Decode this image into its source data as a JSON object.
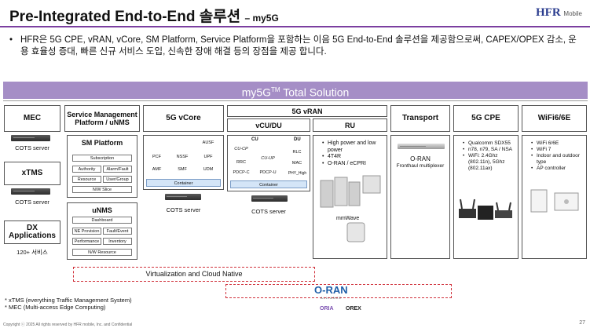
{
  "title": {
    "main": "Pre-Integrated End-to-End 솔루션",
    "suffix": "– my5G"
  },
  "logo": {
    "brand": "HFR",
    "sub": "Mobile"
  },
  "bullet": "HFR은 5G CPE, vRAN, vCore, SM Platform, Service Platform을 포함하는 이음 5G End-to-End 솔루션을 제공함으로써, CAPEX/OPEX 감소, 운용 효율성 증대, 빠른 신규 서비스 도입, 신속한 장애 해결 등의 장점을 제공 합니다.",
  "solution_bar": {
    "prefix": "my5G",
    "sup": "TM",
    "suffix": " Total Solution"
  },
  "left_col": {
    "mec": "MEC",
    "mec_caption": "COTS server",
    "xtms": "xTMS",
    "xtms_caption": "COTS server",
    "dx": "DX Applications",
    "dx_caption": "120+ 서비스"
  },
  "smu": {
    "header": "Service Management Platform / uNMS",
    "sm_title": "SM Platform",
    "sm_items": [
      "Subscription",
      "Authority",
      "Alarm/Fault",
      "Resource",
      "User/Group",
      "N/W Slice"
    ],
    "unms_title": "uNMS",
    "unms_items": [
      "Dashboard",
      "NE Provision",
      "Fault/Event",
      "Performance",
      "Inventory",
      "N/W Resource"
    ]
  },
  "vcore": {
    "header": "5G vCore",
    "items": [
      "AUSF",
      "PCF",
      "NSSF",
      "UPF",
      "AMF",
      "SMF",
      "UDM"
    ],
    "container": "Container",
    "caption": "COTS server"
  },
  "vran": {
    "header": "5G vRAN",
    "cudu_header": "vCU/DU",
    "cu": "CU",
    "du": "DU",
    "items": [
      "CU-CP",
      "RLC",
      "RRC",
      "CU-UP",
      "MAC",
      "PDCP-C",
      "PDCP-U",
      "PHY_High"
    ],
    "container": "Container",
    "caption": "COTS server",
    "ru_header": "RU",
    "ru_bullets": [
      "High power and low power",
      "4T4R",
      "O-RAN / eCPRI"
    ],
    "mmwave": "mmWave"
  },
  "transport": {
    "header": "Transport",
    "name": "O-RAN",
    "sub": "Fronthaul multiplexer"
  },
  "cpe": {
    "header": "5G CPE",
    "bullets": [
      "Qualcomm SDX55",
      "n78, n79, SA / NSA",
      "WiFi: 2.4Ghz (802.11n), 5Ghz (802.11ax)"
    ]
  },
  "wifi": {
    "header": "WiFi6/6E",
    "bullets": [
      "WiFi 6/6E",
      "WiFi 7",
      "Indoor and outdoor type",
      "AP controller"
    ]
  },
  "virt": "Virtualization and Cloud Native",
  "oran": {
    "logo": "O-RAN",
    "sub": "ALLIANCE"
  },
  "badges": [
    "ORIA",
    "OREX"
  ],
  "notes": [
    "* xTMS (everything Traffic Management System)",
    "* MEC  (Multi-access Edge Computing)"
  ],
  "copyright": "Copyright ⓒ 2025 All rights reserved by HFR mobile, Inc. and Confidential",
  "page": "27",
  "colors": {
    "accent": "#7b3fa0",
    "bar": "#a58ec6",
    "dash": "#d0303a",
    "container": "#d4e5f7"
  }
}
